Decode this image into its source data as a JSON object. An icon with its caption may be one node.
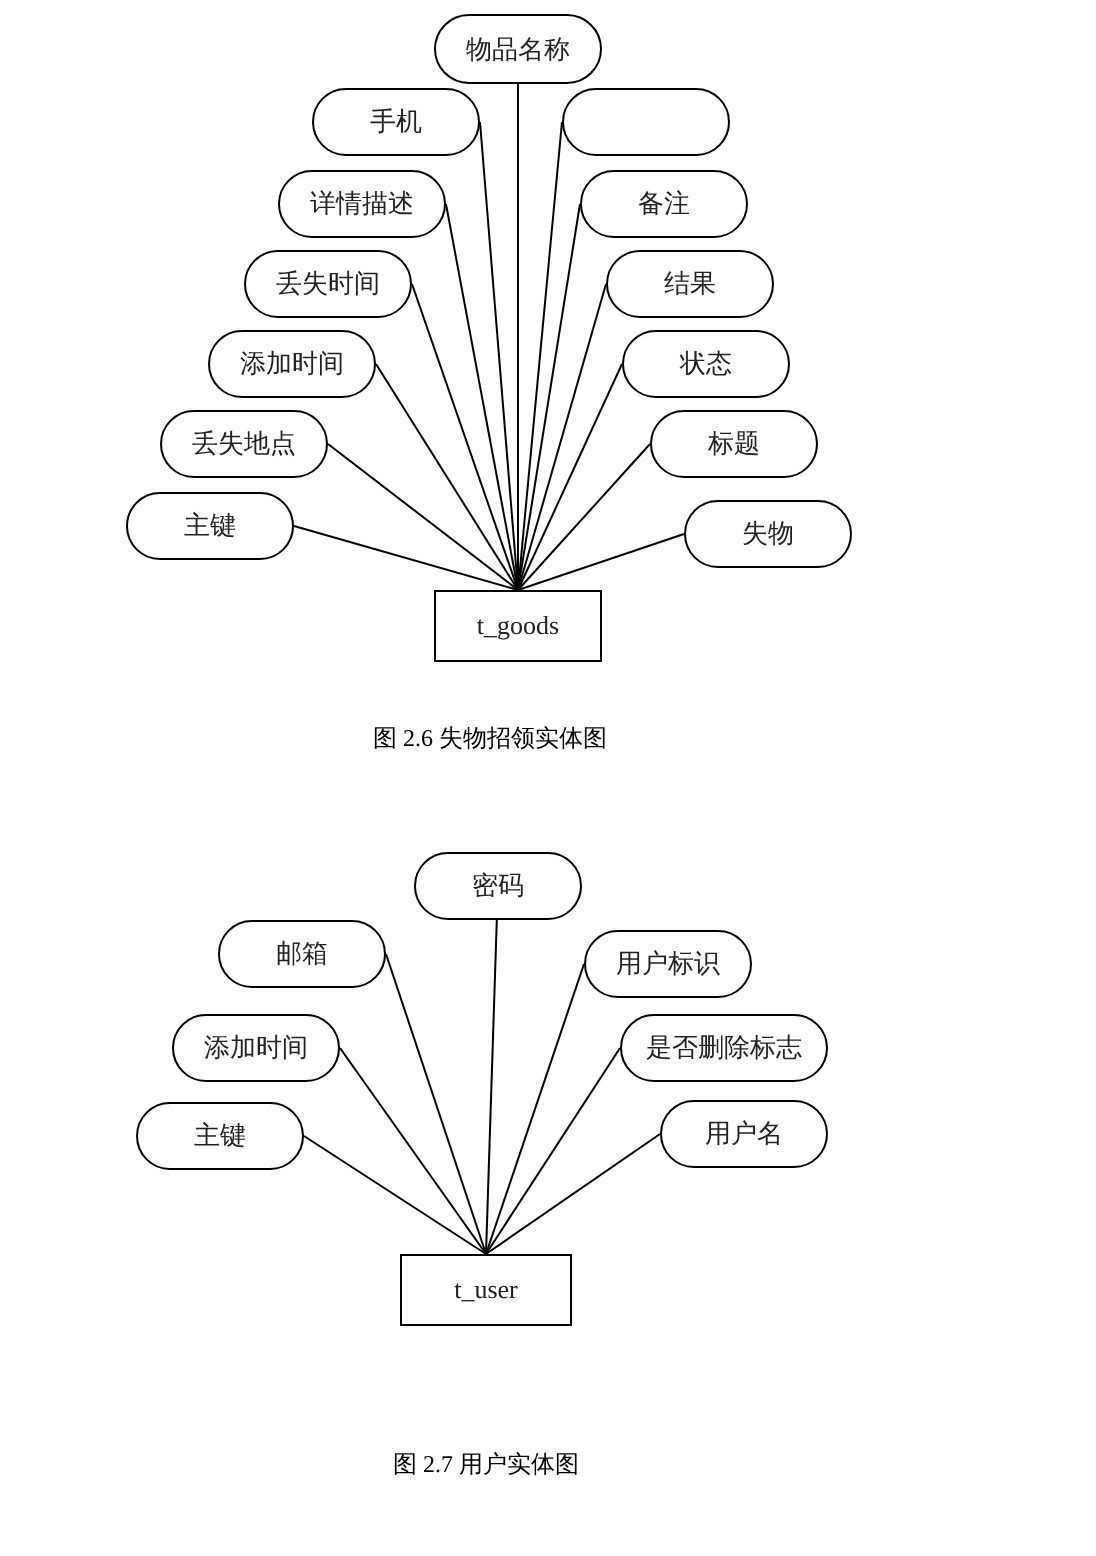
{
  "diagram": {
    "nodes": [
      {
        "text": [
          "物品名称"
        ]
      },
      {
        "text": [
          "手机"
        ]
      },
      {
        "text": [],
        "shape": "oval"
      },
      {
        "text": [
          "详情描述"
        ]
      },
      {
        "text": [
          "备注"
        ]
      },
      {
        "text": [
          "丢失时间"
        ]
      },
      {
        "text": [
          "结果"
        ]
      },
      {
        "text": [
          "添加时间"
        ]
      },
      {
        "text": [
          "状态"
        ]
      },
      {
        "text": [
          "丢失地点"
        ]
      },
      {
        "text": [
          "标题"
        ]
      },
      {
        "text": [
          "主键"
        ]
      },
      {
        "text": [
          "失物"
        ]
      },
      {
        "text": [
          "t_goods"
        ]
      },
      {
        "text": [
          "密码"
        ]
      },
      {
        "text": [
          "邮箱"
        ]
      },
      {
        "text": [
          "用户标识"
        ]
      },
      {
        "text": [
          "添加时间"
        ]
      },
      {
        "text": [
          "是否删除标志"
        ]
      },
      {
        "text": [
          "主键"
        ]
      },
      {
        "text": [
          "用户名"
        ]
      },
      {
        "text": [
          "t_user"
        ]
      }
    ],
    "edges": [
      {
        "from": 0,
        "to": 13,
        "arrow": "none"
      },
      {
        "from": 1,
        "to": 13,
        "arrow": "none"
      },
      {
        "from": 2,
        "to": 13,
        "arrow": "none"
      },
      {
        "from": 3,
        "to": 13,
        "arrow": "none"
      },
      {
        "from": 4,
        "to": 13,
        "arrow": "none"
      },
      {
        "from": 5,
        "to": 13,
        "arrow": "none"
      },
      {
        "from": 6,
        "to": 13,
        "arrow": "none"
      },
      {
        "from": 7,
        "to": 13,
        "arrow": "none"
      },
      {
        "from": 8,
        "to": 13,
        "arrow": "none"
      },
      {
        "from": 9,
        "to": 13,
        "arrow": "none"
      },
      {
        "from": 10,
        "to": 13,
        "arrow": "none"
      },
      {
        "from": 11,
        "to": 13,
        "arrow": "none"
      },
      {
        "from": 12,
        "to": 13,
        "arrow": "none"
      },
      {
        "from": 14,
        "to": 21,
        "arrow": "none"
      },
      {
        "from": 15,
        "to": 21,
        "arrow": "none"
      },
      {
        "from": 16,
        "to": 21,
        "arrow": "none"
      },
      {
        "from": 17,
        "to": 21,
        "arrow": "none"
      },
      {
        "from": 18,
        "to": 21,
        "arrow": "none"
      },
      {
        "from": 19,
        "to": 21,
        "arrow": "none"
      },
      {
        "from": 20,
        "to": 21,
        "arrow": "none"
      }
    ],
    "labels": [
      "图 2.6 失物招领实体图",
      "图 2.7 用户实体图"
    ]
  }
}
